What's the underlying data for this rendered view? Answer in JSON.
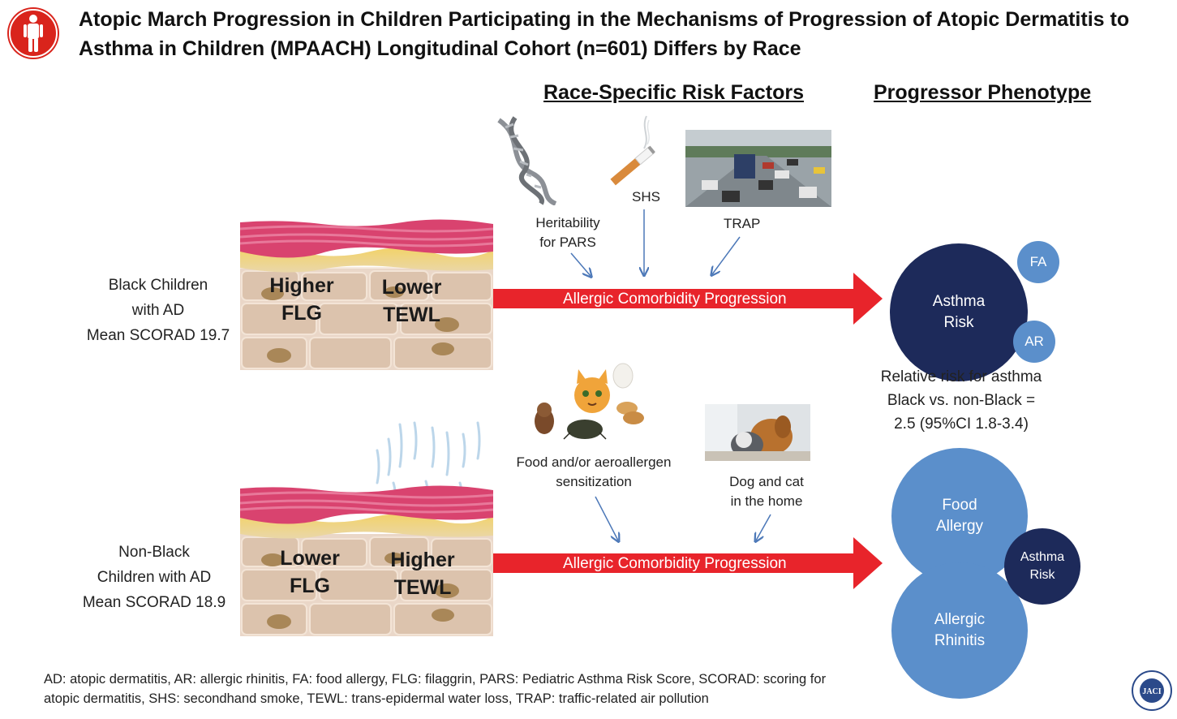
{
  "title": "Atopic March Progression in Children Participating in the Mechanisms of Progression of Atopic Dermatitis to Asthma in Children (MPAACH) Longitudinal Cohort (n=601) Differs by Race",
  "header_risk": "Race-Specific Risk Factors",
  "header_phenotype": "Progressor Phenotype",
  "black": {
    "group_line1": "Black Children",
    "group_line2": "with AD",
    "group_line3": "Mean SCORAD 19.7",
    "skin_left1": "Higher",
    "skin_left2": "FLG",
    "skin_right1": "Lower",
    "skin_right2": "TEWL",
    "arrow_label": "Allergic Comorbidity Progression",
    "factor_heritability1": "Heritability",
    "factor_heritability2": "for PARS",
    "factor_shs": "SHS",
    "factor_trap": "TRAP",
    "bubble_main1": "Asthma",
    "bubble_main2": "Risk",
    "bubble_fa": "FA",
    "bubble_ar": "AR"
  },
  "relative_risk": {
    "line1": "Relative risk for asthma",
    "line2": "Black vs. non-Black =",
    "line3": "2.5 (95%CI 1.8-3.4)"
  },
  "nonblack": {
    "group_line1": "Non-Black",
    "group_line2": "Children with AD",
    "group_line3": "Mean SCORAD 18.9",
    "skin_left1": "Lower",
    "skin_left2": "FLG",
    "skin_right1": "Higher",
    "skin_right2": "TEWL",
    "arrow_label": "Allergic Comorbidity Progression",
    "factor_sens1": "Food and/or aeroallergen",
    "factor_sens2": "sensitization",
    "factor_pets1": "Dog and cat",
    "factor_pets2": "in the home",
    "bubble_food1": "Food",
    "bubble_food2": "Allergy",
    "bubble_asthma1": "Asthma",
    "bubble_asthma2": "Risk",
    "bubble_rhinitis1": "Allergic",
    "bubble_rhinitis2": "Rhinitis"
  },
  "footer_line1": "AD: atopic dermatitis, AR: allergic rhinitis, FA: food allergy, FLG: filaggrin, PARS: Pediatric Asthma Risk Score, SCORAD: scoring for",
  "footer_line2": "atopic dermatitis, SHS: secondhand smoke, TEWL: trans-epidermal water loss, TRAP: traffic-related air pollution",
  "logo_text": "JACI",
  "colors": {
    "arrow": "#e8242b",
    "dark_bubble": "#1d2a5a",
    "light_bubble": "#5b8fcb",
    "logo_red": "#d9241c"
  }
}
